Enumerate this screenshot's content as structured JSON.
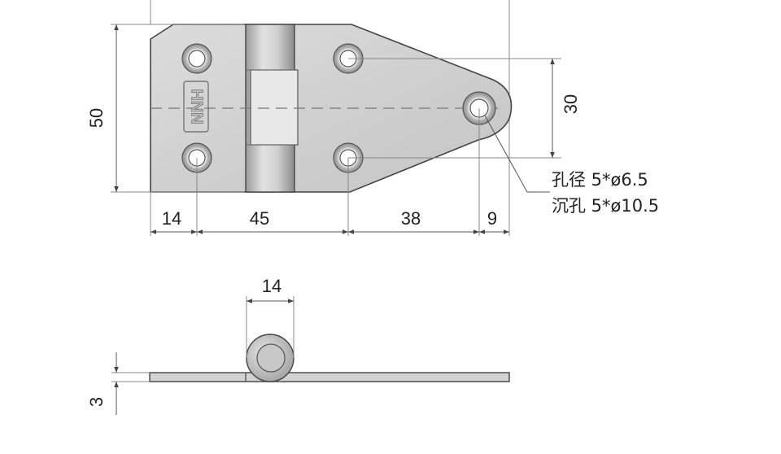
{
  "dimensions": {
    "height_total": "50",
    "hole_spacing_vertical": "30",
    "edge_to_hole": "14",
    "hole_to_hole": "45",
    "hole_to_tip_hole": "38",
    "tip_hole_to_edge": "9",
    "knuckle_width": "14",
    "plate_thickness": "3"
  },
  "notes": {
    "hole_diameter": "孔径 5*ø6.5",
    "countersink": "沉孔 5*ø10.5"
  },
  "logo": {
    "text": "HNN"
  },
  "colors": {
    "plate_fill": "#cfcfcf",
    "plate_fill_light": "#e6e6e6",
    "outline": "#444444",
    "dimension_line": "#555555"
  }
}
